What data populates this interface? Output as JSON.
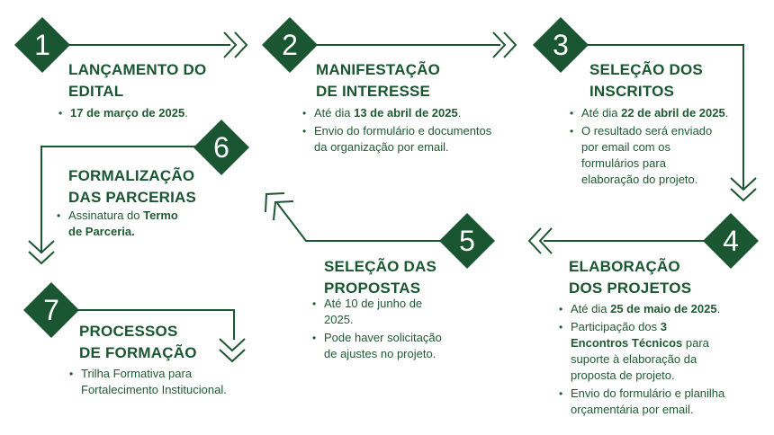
{
  "colors": {
    "primary": "#1a5631",
    "text": "#1f5a33",
    "background": "#ffffff"
  },
  "steps": [
    {
      "number": "1",
      "title_lines": [
        "LANÇAMENTO DO",
        "EDITAL"
      ],
      "bullets": [
        [
          {
            "t": "17 de março de 2025",
            "b": true
          },
          {
            "t": ".",
            "b": false
          }
        ]
      ]
    },
    {
      "number": "2",
      "title_lines": [
        "MANIFESTAÇÃO",
        "DE INTERESSE"
      ],
      "bullets": [
        [
          {
            "t": "Até dia ",
            "b": false
          },
          {
            "t": "13 de abril de 2025",
            "b": true
          },
          {
            "t": ".",
            "b": false
          }
        ],
        [
          {
            "t": "Envio do formulário e documentos\nda organização por email.",
            "b": false
          }
        ]
      ]
    },
    {
      "number": "3",
      "title_lines": [
        "SELEÇÃO DOS",
        "INSCRITOS"
      ],
      "bullets": [
        [
          {
            "t": "Até dia ",
            "b": false
          },
          {
            "t": "22 de abril de 2025",
            "b": true
          },
          {
            "t": ".",
            "b": false
          }
        ],
        [
          {
            "t": "O resultado será enviado\npor email com os\nformulários para\nelaboração do projeto.",
            "b": false
          }
        ]
      ]
    },
    {
      "number": "4",
      "title_lines": [
        "ELABORAÇÃO",
        "DOS PROJETOS"
      ],
      "bullets": [
        [
          {
            "t": "Até dia ",
            "b": false
          },
          {
            "t": "25 de maio de 2025",
            "b": true
          },
          {
            "t": ".",
            "b": false
          }
        ],
        [
          {
            "t": "Participação dos ",
            "b": false
          },
          {
            "t": "3\nEncontros Técnicos",
            "b": true
          },
          {
            "t": " para\nsuporte à elaboração da\nproposta de projeto.",
            "b": false
          }
        ],
        [
          {
            "t": "Envio do formulário e planilha\norçamentária por email.",
            "b": false
          }
        ]
      ]
    },
    {
      "number": "5",
      "title_lines": [
        "SELEÇÃO DAS",
        "PROPOSTAS"
      ],
      "bullets": [
        [
          {
            "t": "Até 10 de junho de\n2025.",
            "b": false
          }
        ],
        [
          {
            "t": "Pode haver solicitação\nde ajustes no projeto.",
            "b": false
          }
        ]
      ]
    },
    {
      "number": "6",
      "title_lines": [
        "FORMALIZAÇÃO",
        "DAS PARCERIAS"
      ],
      "bullets": [
        [
          {
            "t": "Assinatura do ",
            "b": false
          },
          {
            "t": "Termo\nde Parceria.",
            "b": true
          }
        ]
      ]
    },
    {
      "number": "7",
      "title_lines": [
        "PROCESSOS",
        "DE FORMAÇÃO"
      ],
      "bullets": [
        [
          {
            "t": "Trilha Formativa para\nFortalecimento Institucional.",
            "b": false
          }
        ]
      ]
    }
  ]
}
